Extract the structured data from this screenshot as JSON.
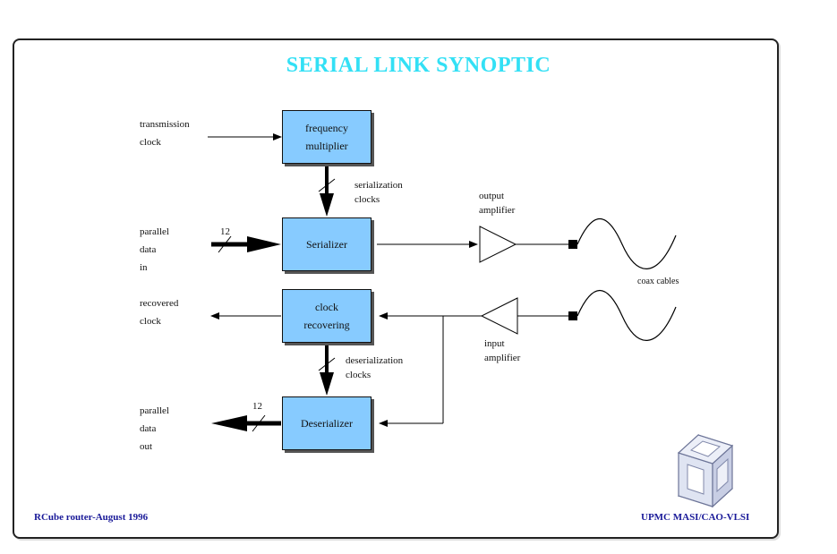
{
  "title": "SERIAL LINK SYNOPTIC",
  "blocks": {
    "freq_mult": [
      "frequency",
      "multiplier"
    ],
    "serializer": [
      "Serializer"
    ],
    "clock_rec": [
      "clock",
      "recovering"
    ],
    "deserializer": [
      "Deserializer"
    ]
  },
  "labels": {
    "tx_clock": [
      "transmission",
      "clock"
    ],
    "ser_clocks": [
      "serialization",
      "clocks"
    ],
    "par_in": [
      "parallel",
      "data",
      "in"
    ],
    "bus_in": "12",
    "out_amp": [
      "output",
      "amplifier"
    ],
    "coax": "coax cables",
    "rec_clock": [
      "recovered",
      "clock"
    ],
    "in_amp": [
      "input",
      "amplifier"
    ],
    "deser_clocks": [
      "deserialization",
      "clocks"
    ],
    "par_out": [
      "parallel",
      "data",
      "out"
    ],
    "bus_out": "12"
  },
  "footer": {
    "left": "RCube router-August 1996",
    "right": "UPMC MASI/CAO-VLSI"
  },
  "colors": {
    "title": "#33e0f5",
    "block_fill": "#87cbff",
    "footer": "#1a1a99"
  },
  "logo_icon": "cube-logo-icon"
}
